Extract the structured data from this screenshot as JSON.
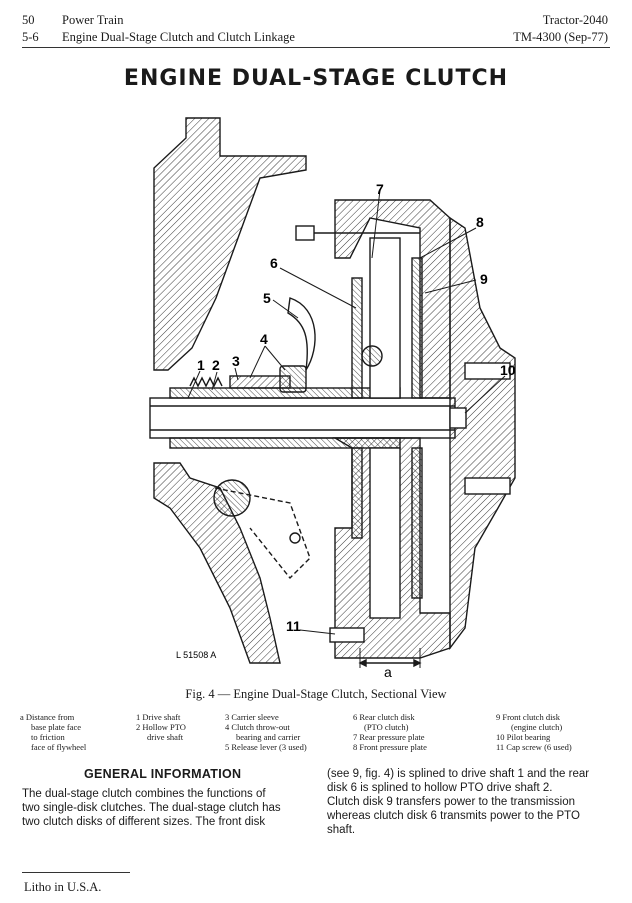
{
  "header": {
    "page_number": "50",
    "section": "5-6",
    "chapter": "Power Train",
    "subtitle": "Engine Dual-Stage Clutch and Clutch Linkage",
    "model": "Tractor-2040",
    "manual": "TM-4300 (Sep-77)"
  },
  "title": "ENGINE DUAL-STAGE CLUTCH",
  "figure": {
    "callouts": [
      "1",
      "2",
      "3",
      "4",
      "5",
      "6",
      "7",
      "8",
      "9",
      "10",
      "11",
      "a"
    ],
    "drawing_number": "L 51508 A",
    "caption": "Fig. 4 — Engine Dual-Stage Clutch, Sectional View"
  },
  "legend": {
    "col1": [
      "a Distance from",
      "base plate face",
      "to friction",
      "face of flywheel"
    ],
    "col2": [
      "1 Drive shaft",
      "2 Hollow PTO",
      "drive shaft"
    ],
    "col3": [
      "3 Carrier sleeve",
      "4 Clutch throw-out",
      "bearing and carrier",
      "5 Release lever (3 used)"
    ],
    "col4": [
      "6 Rear clutch disk",
      "(PTO clutch)",
      "7 Rear pressure plate",
      "8 Front pressure plate"
    ],
    "col5": [
      "9 Front clutch disk",
      "(engine clutch)",
      "10 Pilot bearing",
      "11 Cap screw (6 used)"
    ]
  },
  "general": {
    "heading": "GENERAL INFORMATION",
    "left_lines": [
      "The dual-stage clutch combines the functions of",
      "two single-disk clutches. The dual-stage clutch has",
      "two clutch disks of different sizes. The front disk"
    ],
    "right_lines": [
      "(see 9, fig. 4) is splined to drive shaft 1 and the rear",
      "disk 6 is splined to hollow PTO drive shaft 2.",
      "Clutch disk 9 transfers power to the transmission",
      "whereas clutch disk 6 transmits power to the PTO",
      "shaft."
    ]
  },
  "footer": {
    "litho": "Litho in U.S.A."
  }
}
